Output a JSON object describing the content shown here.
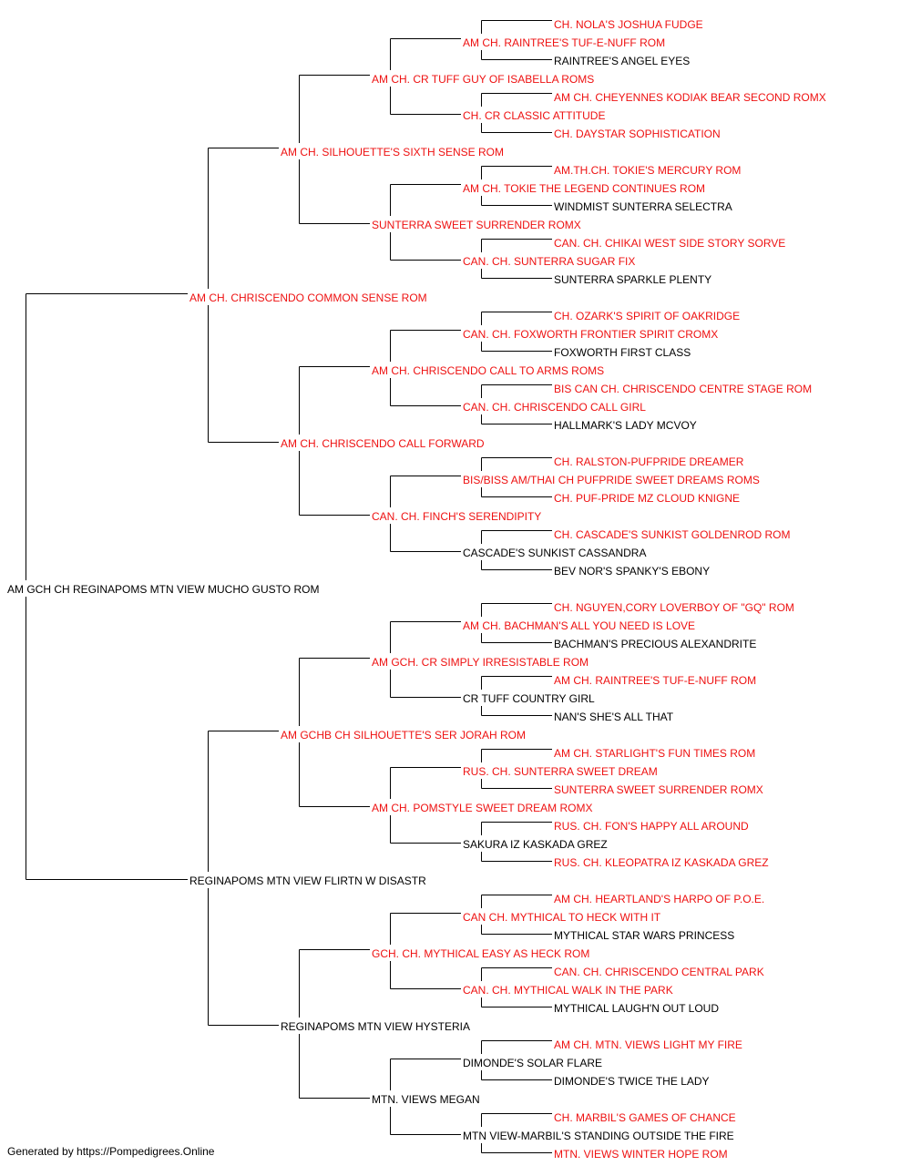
{
  "colors": {
    "champion": "#ee1111",
    "normal": "#000000",
    "line": "#000000"
  },
  "pedigree": {
    "subject": "AM GCH CH REGINAPOMS MTN VIEW MUCHO GUSTO ROM",
    "ancestors": [
      {
        "gen": 1,
        "label": "AM CH. CHRISCENDO COMMON SENSE ROM",
        "champion": true
      },
      {
        "gen": 2,
        "label": "AM CH. SILHOUETTE'S SIXTH SENSE ROM",
        "champion": true
      },
      {
        "gen": 3,
        "label": "AM CH. CR TUFF GUY OF ISABELLA ROMS",
        "champion": true
      },
      {
        "gen": 4,
        "label": "AM CH. RAINTREE'S TUF-E-NUFF ROM",
        "champion": true
      },
      {
        "gen": 5,
        "label": "CH. NOLA'S JOSHUA FUDGE",
        "champion": true
      },
      {
        "gen": 5,
        "label": "RAINTREE'S ANGEL EYES",
        "champion": false
      },
      {
        "gen": 4,
        "label": "CH. CR CLASSIC ATTITUDE",
        "champion": true
      },
      {
        "gen": 5,
        "label": "AM CH. CHEYENNES KODIAK BEAR SECOND ROMX",
        "champion": true
      },
      {
        "gen": 5,
        "label": "CH. DAYSTAR SOPHISTICATION",
        "champion": true
      },
      {
        "gen": 3,
        "label": "SUNTERRA SWEET SURRENDER ROMX",
        "champion": true
      },
      {
        "gen": 4,
        "label": "AM CH. TOKIE THE LEGEND CONTINUES ROM",
        "champion": true
      },
      {
        "gen": 5,
        "label": "AM.TH.CH. TOKIE'S MERCURY ROM",
        "champion": true
      },
      {
        "gen": 5,
        "label": "WINDMIST SUNTERRA SELECTRA",
        "champion": false
      },
      {
        "gen": 4,
        "label": "CAN. CH. SUNTERRA SUGAR FIX",
        "champion": true
      },
      {
        "gen": 5,
        "label": "CAN. CH. CHIKAI WEST SIDE STORY SORVE",
        "champion": true
      },
      {
        "gen": 5,
        "label": "SUNTERRA SPARKLE PLENTY",
        "champion": false
      },
      {
        "gen": 2,
        "label": "AM CH. CHRISCENDO CALL FORWARD",
        "champion": true
      },
      {
        "gen": 3,
        "label": "AM CH. CHRISCENDO CALL TO ARMS ROMS",
        "champion": true
      },
      {
        "gen": 4,
        "label": "CAN. CH. FOXWORTH FRONTIER SPIRIT CROMX",
        "champion": true
      },
      {
        "gen": 5,
        "label": "CH. OZARK'S SPIRIT OF OAKRIDGE",
        "champion": true
      },
      {
        "gen": 5,
        "label": "FOXWORTH FIRST CLASS",
        "champion": false
      },
      {
        "gen": 4,
        "label": "CAN. CH. CHRISCENDO CALL GIRL",
        "champion": true
      },
      {
        "gen": 5,
        "label": "BIS CAN CH. CHRISCENDO CENTRE STAGE ROM",
        "champion": true
      },
      {
        "gen": 5,
        "label": "HALLMARK'S LADY MCVOY",
        "champion": false
      },
      {
        "gen": 3,
        "label": "CAN. CH. FINCH'S SERENDIPITY",
        "champion": true
      },
      {
        "gen": 4,
        "label": "BIS/BISS AM/THAI CH PUFPRIDE SWEET DREAMS ROMS",
        "champion": true
      },
      {
        "gen": 5,
        "label": "CH. RALSTON-PUFPRIDE DREAMER",
        "champion": true
      },
      {
        "gen": 5,
        "label": "CH. PUF-PRIDE MZ CLOUD KNIGNE",
        "champion": true
      },
      {
        "gen": 4,
        "label": "CASCADE'S SUNKIST CASSANDRA",
        "champion": false
      },
      {
        "gen": 5,
        "label": "CH. CASCADE'S SUNKIST GOLDENROD ROM",
        "champion": true
      },
      {
        "gen": 5,
        "label": "BEV NOR'S SPANKY'S EBONY",
        "champion": false
      },
      {
        "gen": 1,
        "label": "REGINAPOMS MTN VIEW FLIRTN W DISASTR",
        "champion": false
      },
      {
        "gen": 2,
        "label": "AM GCHB CH SILHOUETTE'S SER JORAH ROM",
        "champion": true
      },
      {
        "gen": 3,
        "label": "AM GCH. CR SIMPLY IRRESISTABLE ROM",
        "champion": true
      },
      {
        "gen": 4,
        "label": "AM CH. BACHMAN'S ALL YOU NEED IS LOVE",
        "champion": true
      },
      {
        "gen": 5,
        "label": "CH. NGUYEN,CORY LOVERBOY OF \"GQ\" ROM",
        "champion": true
      },
      {
        "gen": 5,
        "label": "BACHMAN'S PRECIOUS ALEXANDRITE",
        "champion": false
      },
      {
        "gen": 4,
        "label": "CR TUFF COUNTRY GIRL",
        "champion": false
      },
      {
        "gen": 5,
        "label": "AM CH. RAINTREE'S TUF-E-NUFF ROM",
        "champion": true
      },
      {
        "gen": 5,
        "label": "NAN'S SHE'S ALL THAT",
        "champion": false
      },
      {
        "gen": 3,
        "label": "AM CH. POMSTYLE SWEET DREAM ROMX",
        "champion": true
      },
      {
        "gen": 4,
        "label": "RUS. CH. SUNTERRA SWEET DREAM",
        "champion": true
      },
      {
        "gen": 5,
        "label": "AM CH. STARLIGHT'S FUN TIMES ROM",
        "champion": true
      },
      {
        "gen": 5,
        "label": "SUNTERRA SWEET SURRENDER ROMX",
        "champion": true
      },
      {
        "gen": 4,
        "label": "SAKURA IZ KASKADA GREZ",
        "champion": false
      },
      {
        "gen": 5,
        "label": "RUS. CH. FON'S HAPPY ALL AROUND",
        "champion": true
      },
      {
        "gen": 5,
        "label": "RUS. CH. KLEOPATRA IZ KASKADA GREZ",
        "champion": true
      },
      {
        "gen": 2,
        "label": "REGINAPOMS MTN VIEW HYSTERIA",
        "champion": false
      },
      {
        "gen": 3,
        "label": "GCH. CH. MYTHICAL EASY AS HECK ROM",
        "champion": true
      },
      {
        "gen": 4,
        "label": "CAN CH. MYTHICAL TO HECK WITH IT",
        "champion": true
      },
      {
        "gen": 5,
        "label": "AM CH. HEARTLAND'S HARPO OF P.O.E.",
        "champion": true
      },
      {
        "gen": 5,
        "label": "MYTHICAL STAR WARS PRINCESS",
        "champion": false
      },
      {
        "gen": 4,
        "label": "CAN. CH. MYTHICAL WALK IN THE PARK",
        "champion": true
      },
      {
        "gen": 5,
        "label": "CAN. CH. CHRISCENDO CENTRAL PARK",
        "champion": true
      },
      {
        "gen": 5,
        "label": "MYTHICAL LAUGH'N OUT LOUD",
        "champion": false
      },
      {
        "gen": 3,
        "label": "MTN. VIEWS MEGAN",
        "champion": false
      },
      {
        "gen": 4,
        "label": "DIMONDE'S SOLAR FLARE",
        "champion": false
      },
      {
        "gen": 5,
        "label": "AM CH. MTN. VIEWS LIGHT MY FIRE",
        "champion": true
      },
      {
        "gen": 5,
        "label": "DIMONDE'S TWICE THE LADY",
        "champion": false
      },
      {
        "gen": 4,
        "label": "MTN VIEW-MARBIL'S STANDING OUTSIDE THE FIRE",
        "champion": false
      },
      {
        "gen": 5,
        "label": "CH. MARBIL'S GAMES OF CHANCE",
        "champion": true
      },
      {
        "gen": 5,
        "label": "MTN. VIEWS WINTER HOPE ROM",
        "champion": true
      }
    ]
  },
  "footer": "Generated by https://Pompedigrees.Online"
}
